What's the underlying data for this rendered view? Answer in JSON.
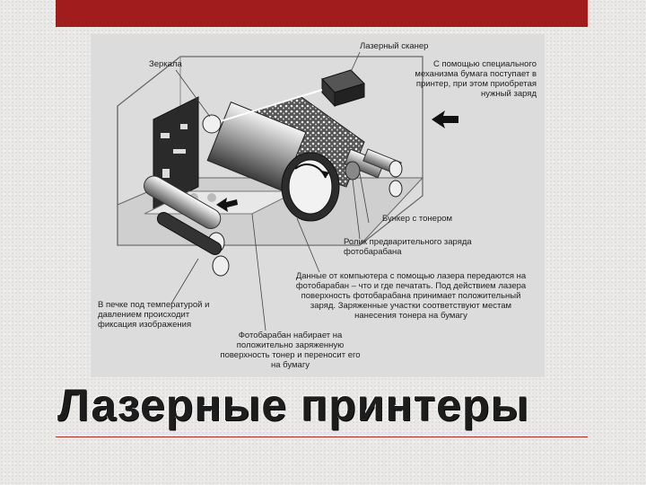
{
  "title": "Лазерные принтеры",
  "diagram": {
    "labels": {
      "laser_scanner": "Лазерный сканер",
      "mirrors": "Зеркала",
      "paper_feed": "С помощью специального механизма бумага поступает в принтер, при этом приобретая нужный заряд",
      "toner_hopper": "Бункер с тонером",
      "precharge_roller": "Ролик предварительного заряда фотобарабана",
      "laser_data": "Данные от компьютера с помощью лазера передаются на фотобарабан – что и где печатать. Под действием лазера поверхность фотобарабана принимает положительный заряд. Заряженные участки соответствуют местам нанесения тонера на бумагу",
      "fuser": "В печке под температурой и давлением происходит фиксация изображения",
      "drum": "Фотобарабан набирает на положительно заряженную поверхность тонер и переносит его на бумагу"
    }
  },
  "colors": {
    "accent": "#a11d1d",
    "figure_bg": "#dcdcdc"
  }
}
